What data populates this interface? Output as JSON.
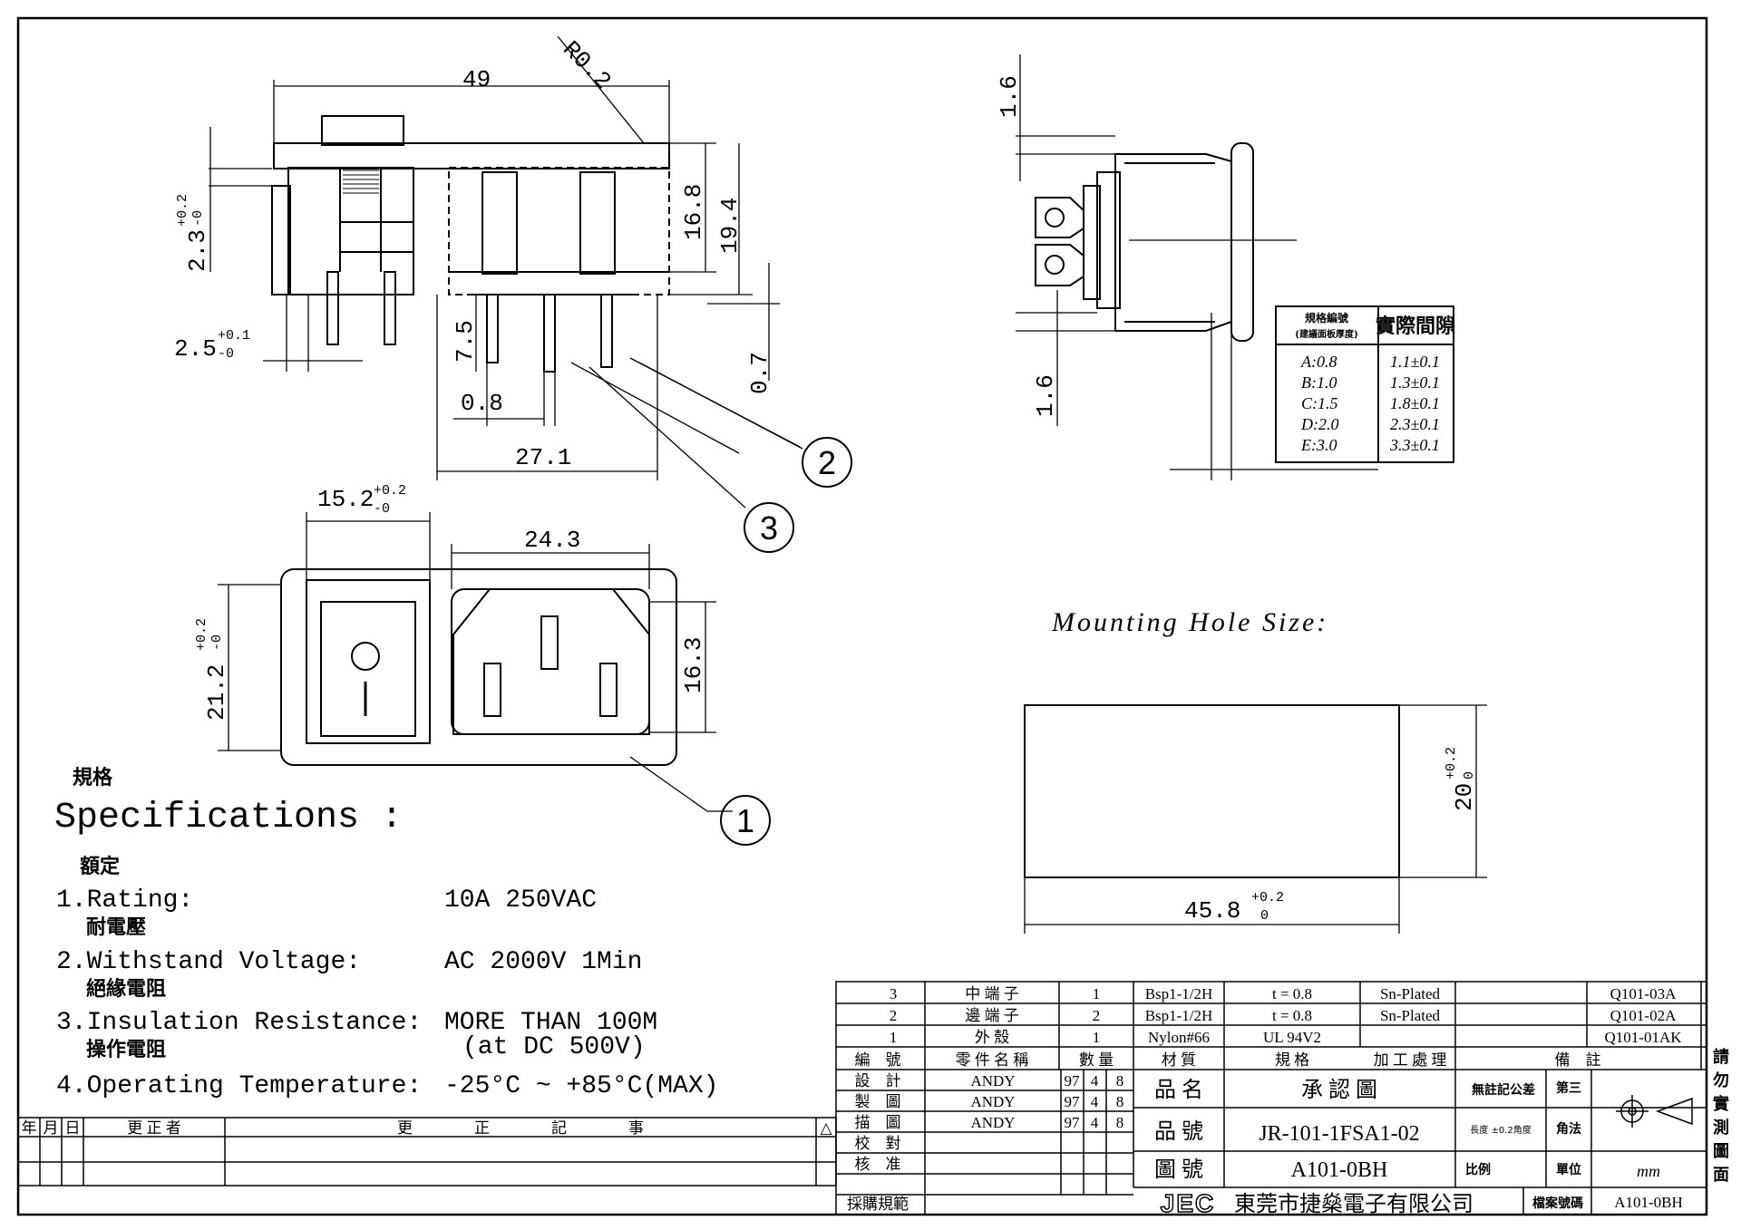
{
  "dimensions": {
    "d49": "49",
    "r02": "R0.2",
    "d23": "2.3",
    "d23_tol_hi": "+0.2",
    "d23_tol_lo": "-0",
    "d25": "2.5",
    "d25_tol_hi": "+0.1",
    "d25_tol_lo": "-0",
    "d168": "16.8",
    "d194": "19.4",
    "d75": "7.5",
    "d07": "0.7",
    "d08": "0.8",
    "d271": "27.1",
    "d152": "15.2",
    "d152_tol_hi": "+0.2",
    "d152_tol_lo": "-0",
    "d243": "24.3",
    "d212": "21.2",
    "d212_tol_hi": "+0.2",
    "d212_tol_lo": "-0",
    "d163": "16.3",
    "d16a": "1.6",
    "d16b": "1.6"
  },
  "callouts": [
    "1",
    "2",
    "3"
  ],
  "gap_table": {
    "header_left_line1": "規格編號",
    "header_left_line2": "(建議面板厚度)",
    "header_right": "實際間隙",
    "rows": [
      {
        "code": "A:0.8",
        "gap": "1.1±0.1"
      },
      {
        "code": "B:1.0",
        "gap": "1.3±0.1"
      },
      {
        "code": "C:1.5",
        "gap": "1.8±0.1"
      },
      {
        "code": "D:2.0",
        "gap": "2.3±0.1"
      },
      {
        "code": "E:3.0",
        "gap": "3.3±0.1"
      }
    ]
  },
  "mounting": {
    "title": "Mounting Hole Size:",
    "width": "45.8",
    "width_tol_hi": "+0.2",
    "width_tol_lo": "0",
    "height": "20",
    "height_tol_hi": "+0.2",
    "height_tol_lo": "0"
  },
  "specs": {
    "title_cn": "規格",
    "title": "Specifications :",
    "items": [
      {
        "cn": "額定",
        "label": "1.Rating:",
        "value": "10A 250VAC",
        "value2": ""
      },
      {
        "cn": "耐電壓",
        "label": "2.Withstand Voltage:",
        "value": "AC 2000V 1Min",
        "value2": ""
      },
      {
        "cn": "絕緣電阻",
        "label": "3.Insulation Resistance:",
        "value": "MORE THAN 100M",
        "value2": "(at DC 500V)"
      },
      {
        "cn": "操作電阻",
        "label": "4.Operating Temperature:",
        "value": "-25°C ~ +85°C(MAX)",
        "value2": ""
      }
    ]
  },
  "revision": {
    "year": "年",
    "month": "月",
    "day": "日",
    "corrector": "更 正 者",
    "record": "更　　　　正　　　　記　　　　事",
    "delta": "△"
  },
  "bom": {
    "rows": [
      {
        "no": "3",
        "name": "中 端 子",
        "qty": "1",
        "material": "Bsp1-1/2H",
        "spec": "t = 0.8",
        "process": "Sn-Plated",
        "remark": "Q101-03A"
      },
      {
        "no": "2",
        "name": "邊 端 子",
        "qty": "2",
        "material": "Bsp1-1/2H",
        "spec": "t = 0.8",
        "process": "Sn-Plated",
        "remark": "Q101-02A"
      },
      {
        "no": "1",
        "name": "外 殼",
        "qty": "1",
        "material": "Nylon#66",
        "spec": "UL 94V2",
        "process": "",
        "remark": "Q101-01AK"
      }
    ],
    "headers": {
      "no": "編　號",
      "name": "零 件 名 稱",
      "qty": "數 量",
      "material": "材 質",
      "spec": "規 格",
      "process": "加 工 處 理",
      "remark": "備　註"
    }
  },
  "title_block": {
    "design_label": "設　計",
    "drafting_label": "製　圖",
    "tracing_label": "描　圖",
    "check_label": "校　對",
    "approve_label": "核　准",
    "purchase_label": "採購規範",
    "person1": "ANDY",
    "person2": "ANDY",
    "person3": "ANDY",
    "date_yy": "97",
    "date_mm": "4",
    "date_dd": "8",
    "product_name_label": "品 名",
    "product_name": "承 認 圖",
    "product_no_label": "品 號",
    "product_no": "JR-101-1FSA1-02",
    "drawing_no_label": "圖 號",
    "drawing_no": "A101-0BH",
    "tolerance_label": "無註記公差",
    "tolerance_note": "長度 ±0.2角度",
    "scale_label": "比例",
    "projection_label1": "第三",
    "projection_label2": "角法",
    "unit_label": "單位",
    "unit": "mm",
    "file_no_label": "檔案號碼",
    "file_no": "A101-0BH",
    "company_logo": "JEC",
    "company": "東莞市捷燊電子有限公司",
    "side_note": [
      "請",
      "勿",
      "實",
      "測",
      "圖",
      "面"
    ]
  }
}
